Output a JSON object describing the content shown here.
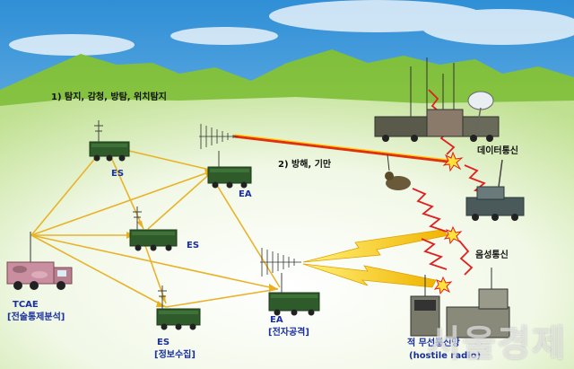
{
  "labels": {
    "step1": "1) 탐지, 감청, 방탐, 위치탐지",
    "step2": "2) 방해, 기만",
    "es": "ES",
    "ea": "EA",
    "tcae": "TCAE",
    "tcae_desc": "[전술통제분석]",
    "es_desc": "[정보수집]",
    "ea_desc": "[전자공격]",
    "data_comm": "데이터통신",
    "voice_comm": "음성통신",
    "hostile_radio_ko": "적 무선통신망",
    "hostile_radio_en": "(hostile radio)",
    "watermark": "서울경제"
  },
  "colors": {
    "sky_top": "#2f8fd6",
    "sky_bottom": "#bfe0f5",
    "grass": "#8cc63f",
    "grass_dark": "#5e9e2a",
    "arrow": "#e8b020",
    "label_blue": "#1a2fa0",
    "jam_red": "#e02020",
    "vehicle": "#2f5a2a"
  }
}
